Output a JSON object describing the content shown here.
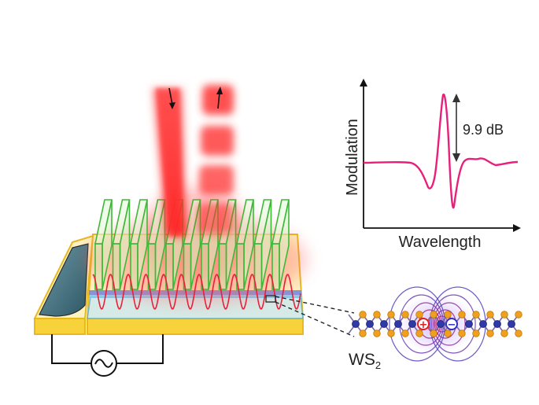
{
  "colors": {
    "beam": "#ff2a2a",
    "grating": "#3fb83a",
    "substrate": "#f7d23a",
    "electrode": "#4f7f8c",
    "waveguide_wave": "#e8203a",
    "spectrum_line": "#e8207c",
    "tungsten_atom": "#2f3aa8",
    "sulfur_atom": "#f0a020",
    "field_positive": "#e02020",
    "field_negative": "#3030c0"
  },
  "icons": [
    "down-arrow-icon",
    "up-arrow-icon",
    "ac-source-icon",
    "plus-charge-icon",
    "minus-charge-icon"
  ],
  "inset": {
    "y_label": "Modulation",
    "x_label": "Wavelength",
    "annotation": "9.9 dB"
  },
  "material": {
    "label_main": "WS",
    "label_sub": "2",
    "positive_sign": "+",
    "negative_sign": "−"
  }
}
